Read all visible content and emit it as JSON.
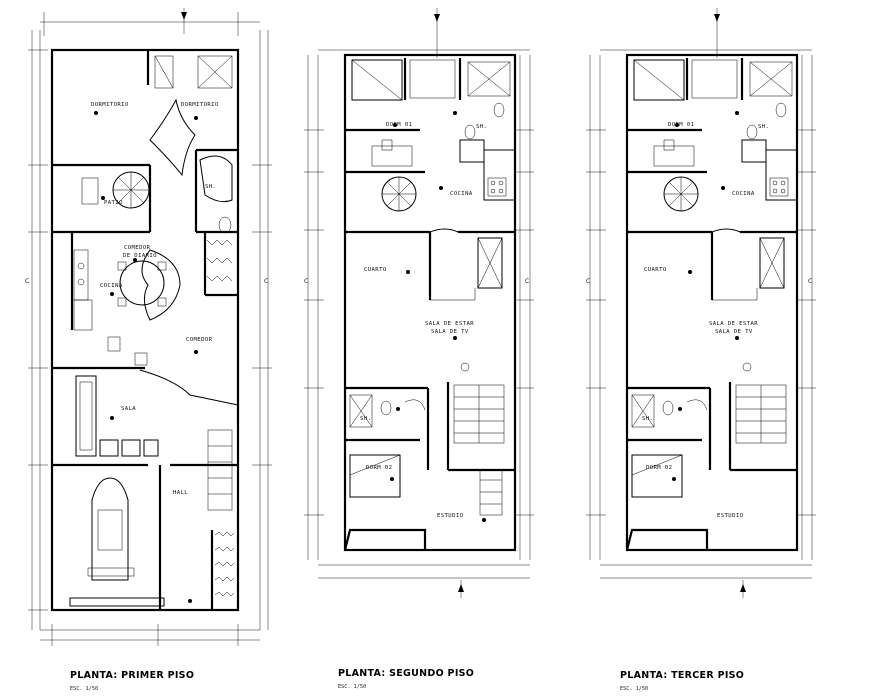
{
  "plans": [
    {
      "title": "PLANTA: PRIMER PISO",
      "scale": "ESC. 1/50",
      "rooms": [
        "DORMITORIO",
        "DORMITORIO",
        "SH.",
        "PATIO",
        "COMEDOR",
        "DE DIARIO",
        "COCINA",
        "COMEDOR",
        "SALA",
        "HALL"
      ]
    },
    {
      "title": "PLANTA: SEGUNDO PISO",
      "scale": "ESC. 1/50",
      "rooms": [
        "DORM 01",
        "SH.",
        "COCINA",
        "CUARTO",
        "SALA DE ESTAR",
        "SALA DE TV",
        "SH.",
        "DORM 02",
        "ESTUDIO"
      ]
    },
    {
      "title": "PLANTA: TERCER PISO",
      "scale": "ESC. 1/50",
      "rooms": [
        "DORM 01",
        "SH.",
        "COCINA",
        "CUARTO",
        "SALA DE ESTAR",
        "SALA DE TV",
        "SH.",
        "DORM 02",
        "ESTUDIO"
      ]
    }
  ],
  "axis_marks": [
    "C",
    "C",
    "C",
    "C",
    "C",
    "C"
  ]
}
